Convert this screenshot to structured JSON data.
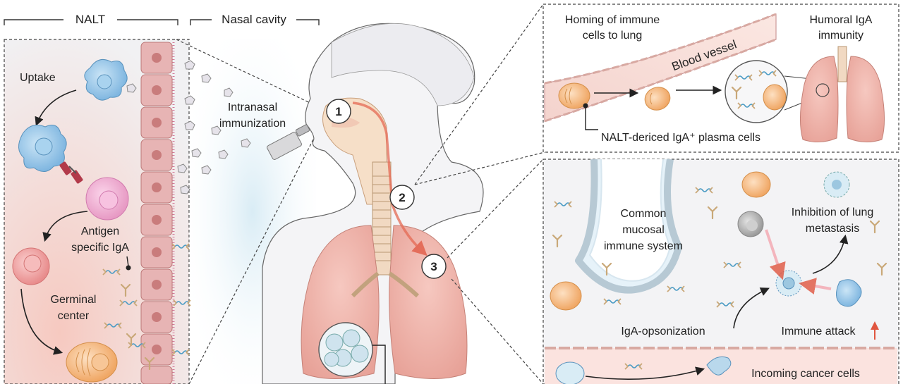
{
  "header": {
    "nalt": "NALT",
    "nasal_cavity": "Nasal cavity"
  },
  "left_panel": {
    "uptake": "Uptake",
    "antigen_line1": "Antigen",
    "antigen_line2": "specific IgA",
    "germinal_line1": "Germinal",
    "germinal_line2": "center"
  },
  "center": {
    "intranasal_line1": "Intranasal",
    "intranasal_line2": "immunization",
    "step1": "1",
    "step2": "2",
    "step3": "3"
  },
  "top_right": {
    "homing_line1": "Homing of immune",
    "homing_line2": "cells to lung",
    "blood_vessel": "Blood vessel",
    "humoral_line1": "Humoral IgA",
    "humoral_line2": "immunity",
    "plasma_cells": "NALT-dericed IgA⁺ plasma cells"
  },
  "bottom_right": {
    "common_line1": "Common",
    "common_line2": "mucosal",
    "common_line3": "immune system",
    "inhibition_line1": "Inhibition of lung",
    "inhibition_line2": "metastasis",
    "opsonization": "IgA-opsonization",
    "immune_attack": "Immune attack",
    "incoming": "Incoming cancer cells"
  },
  "colors": {
    "epithelium": "#e7b4b4",
    "nucleus": "#c97c7c",
    "lung": "#eba9a0",
    "plasma_cell": "#f2b277",
    "dendritic_cell": "#8fc3e8",
    "bcell": "#f0a8cf",
    "arrow_red": "#e0553f"
  }
}
